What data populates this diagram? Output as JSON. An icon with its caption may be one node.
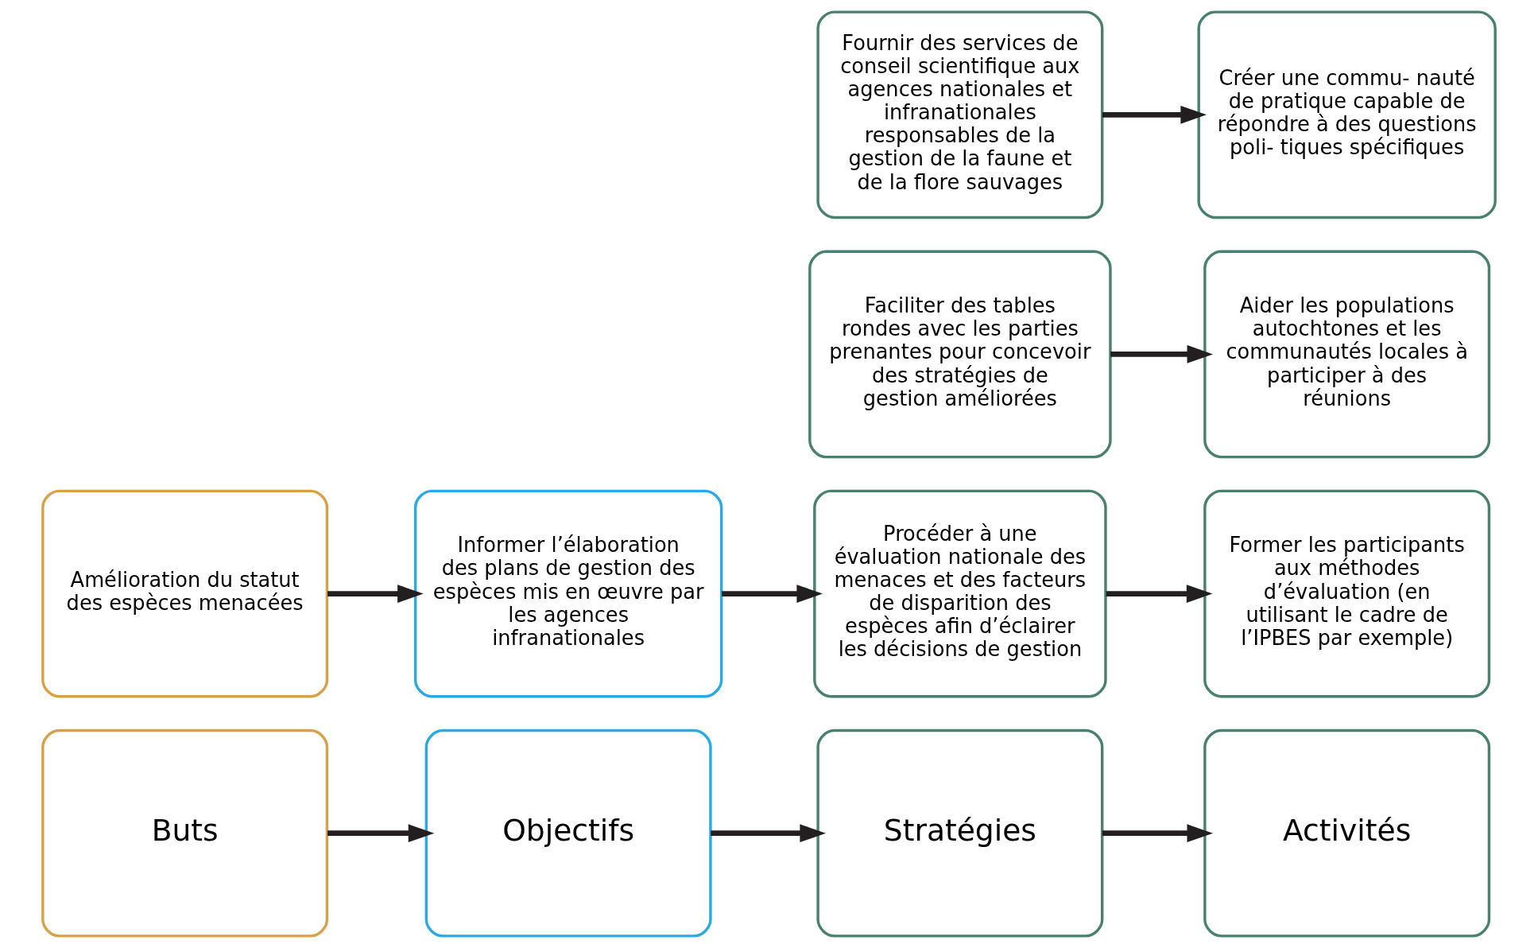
{
  "diagram": {
    "nodes": [
      {
        "text": [
          "Buts"
        ]
      },
      {
        "text": [
          "Objectifs"
        ]
      },
      {
        "text": [
          "Stratégies"
        ]
      },
      {
        "text": [
          "Activités"
        ]
      },
      {
        "text": [
          "Amélioration du statut des espèces menacées"
        ]
      },
      {
        "text": [
          "Informer l’élaboration des plans de gestion des espèces mis en œuvre par les agences infranationales"
        ]
      },
      {
        "text": [
          "Procéder à une évaluation nationale des menaces et des facteurs de disparition des espèces afin d’éclairer les décisions de gestion"
        ]
      },
      {
        "text": [
          "Former les participants aux méthodes d’évaluation (en utilisant le cadre de l’IPBES par exemple)"
        ]
      },
      {
        "text": [
          "Faciliter des tables rondes avec les parties prenantes pour concevoir des stratégies de gestion améliorées"
        ]
      },
      {
        "text": [
          "Aider les populations autochtones et les communautés locales à participer à des réunions"
        ]
      },
      {
        "text": [
          "Fournir des services de conseil scientifique aux agences nationales et infranationales responsables de la gestion de la faune et de la flore sauvages"
        ]
      },
      {
        "text": [
          "Créer une commu- nauté de pratique capable de répondre à des questions poli- tiques spécifiques"
        ]
      }
    ],
    "edges": [
      {
        "from": 0,
        "to": 1,
        "arrow": "to"
      },
      {
        "from": 1,
        "to": 2,
        "arrow": "to"
      },
      {
        "from": 2,
        "to": 3,
        "arrow": "to"
      },
      {
        "from": 4,
        "to": 5,
        "arrow": "to"
      },
      {
        "from": 5,
        "to": 6,
        "arrow": "to"
      },
      {
        "from": 6,
        "to": 7,
        "arrow": "to"
      },
      {
        "from": 8,
        "to": 9,
        "arrow": "to"
      },
      {
        "from": 10,
        "to": 11,
        "arrow": "to"
      }
    ]
  }
}
